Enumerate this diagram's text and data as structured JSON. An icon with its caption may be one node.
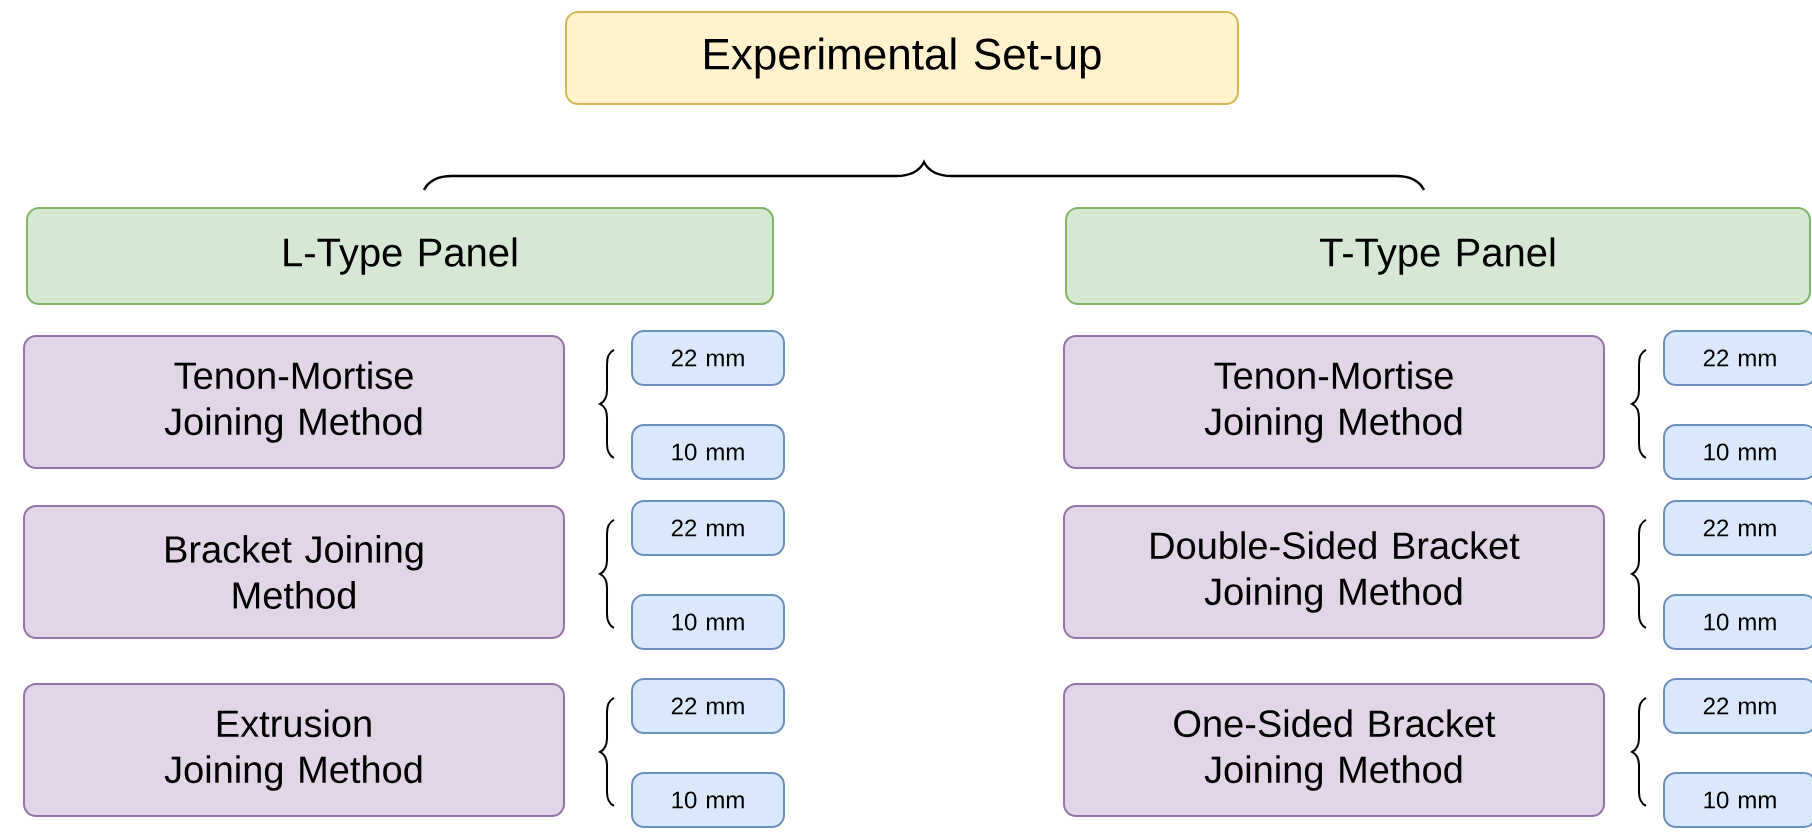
{
  "diagram": {
    "nodes": [
      {
        "text": [
          "Experimental Set-up"
        ]
      },
      {
        "text": [
          "L-Type Panel"
        ]
      },
      {
        "text": [
          "T-Type Panel"
        ]
      },
      {
        "text": [
          "Tenon-Mortise Joining Method"
        ]
      },
      {
        "text": [
          "22 mm"
        ]
      },
      {
        "text": [
          "10 mm"
        ]
      },
      {
        "text": [
          "Bracket Joining Method"
        ]
      },
      {
        "text": [
          "22 mm"
        ]
      },
      {
        "text": [
          "10 mm"
        ]
      },
      {
        "text": [
          "Extrusion Joining Method"
        ]
      },
      {
        "text": [
          "22 mm"
        ]
      },
      {
        "text": [
          "10 mm"
        ]
      },
      {
        "text": [
          "Tenon-Mortise Joining Method"
        ]
      },
      {
        "text": [
          "22 mm"
        ]
      },
      {
        "text": [
          "10 mm"
        ]
      },
      {
        "text": [
          "Double-Sided Bracket Joining Method"
        ]
      },
      {
        "text": [
          "22 mm"
        ]
      },
      {
        "text": [
          "10 mm"
        ]
      },
      {
        "text": [
          "One-Sided Bracket Joining Method"
        ]
      },
      {
        "text": [
          "22 mm"
        ]
      },
      {
        "text": [
          "10 mm"
        ]
      }
    ]
  }
}
